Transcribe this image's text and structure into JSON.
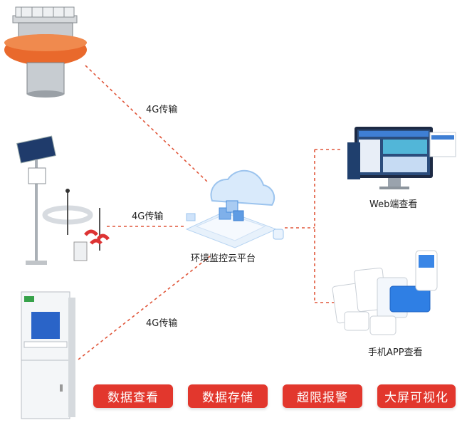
{
  "links": [
    {
      "label": "4G传输"
    },
    {
      "label": "4G传输"
    },
    {
      "label": "4G传输"
    }
  ],
  "platform": {
    "label": "环境监控云平台"
  },
  "outputs": [
    {
      "label": "Web端查看"
    },
    {
      "label": "手机APP查看"
    }
  ],
  "actions": [
    {
      "label": "数据查看"
    },
    {
      "label": "数据存储"
    },
    {
      "label": "超限报警"
    },
    {
      "label": "大屏可视化"
    }
  ],
  "colors": {
    "dash": "#e0563a",
    "accent": "#e2372d",
    "buoy": "#e9692c",
    "cloud": "#cfe4fa"
  }
}
